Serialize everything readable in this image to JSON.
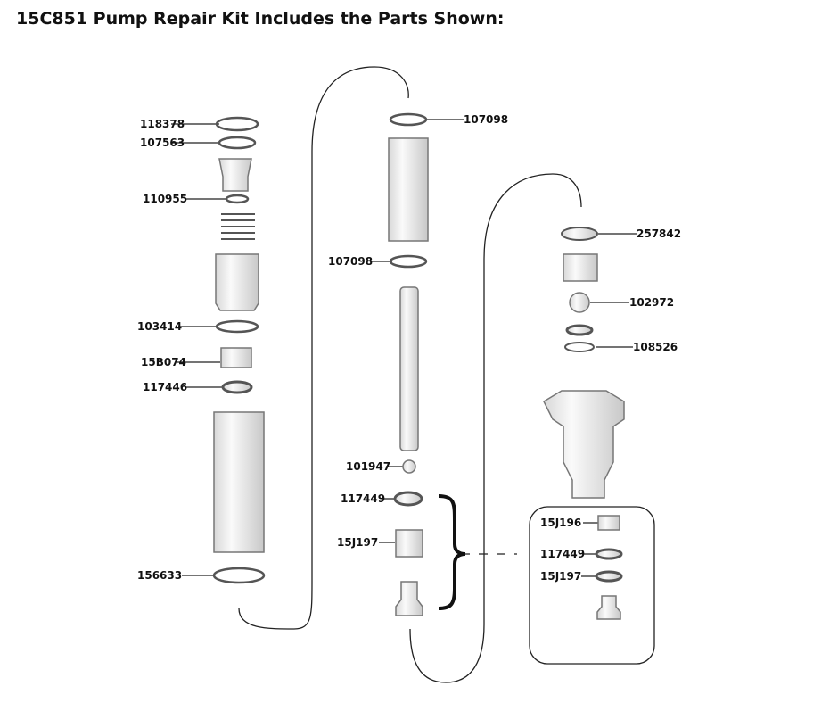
{
  "title": "15C851 Pump Repair Kit Includes the Parts Shown:",
  "left_column": [
    "118378",
    "107563",
    "110955",
    "103414",
    "15B074",
    "117446",
    "156633"
  ],
  "middle_column": [
    "107098",
    "107098",
    "101947",
    "117449",
    "15J197"
  ],
  "right_column": [
    "257842",
    "102972",
    "108526"
  ],
  "inset_box": [
    "15J196",
    "117449",
    "15J197"
  ]
}
